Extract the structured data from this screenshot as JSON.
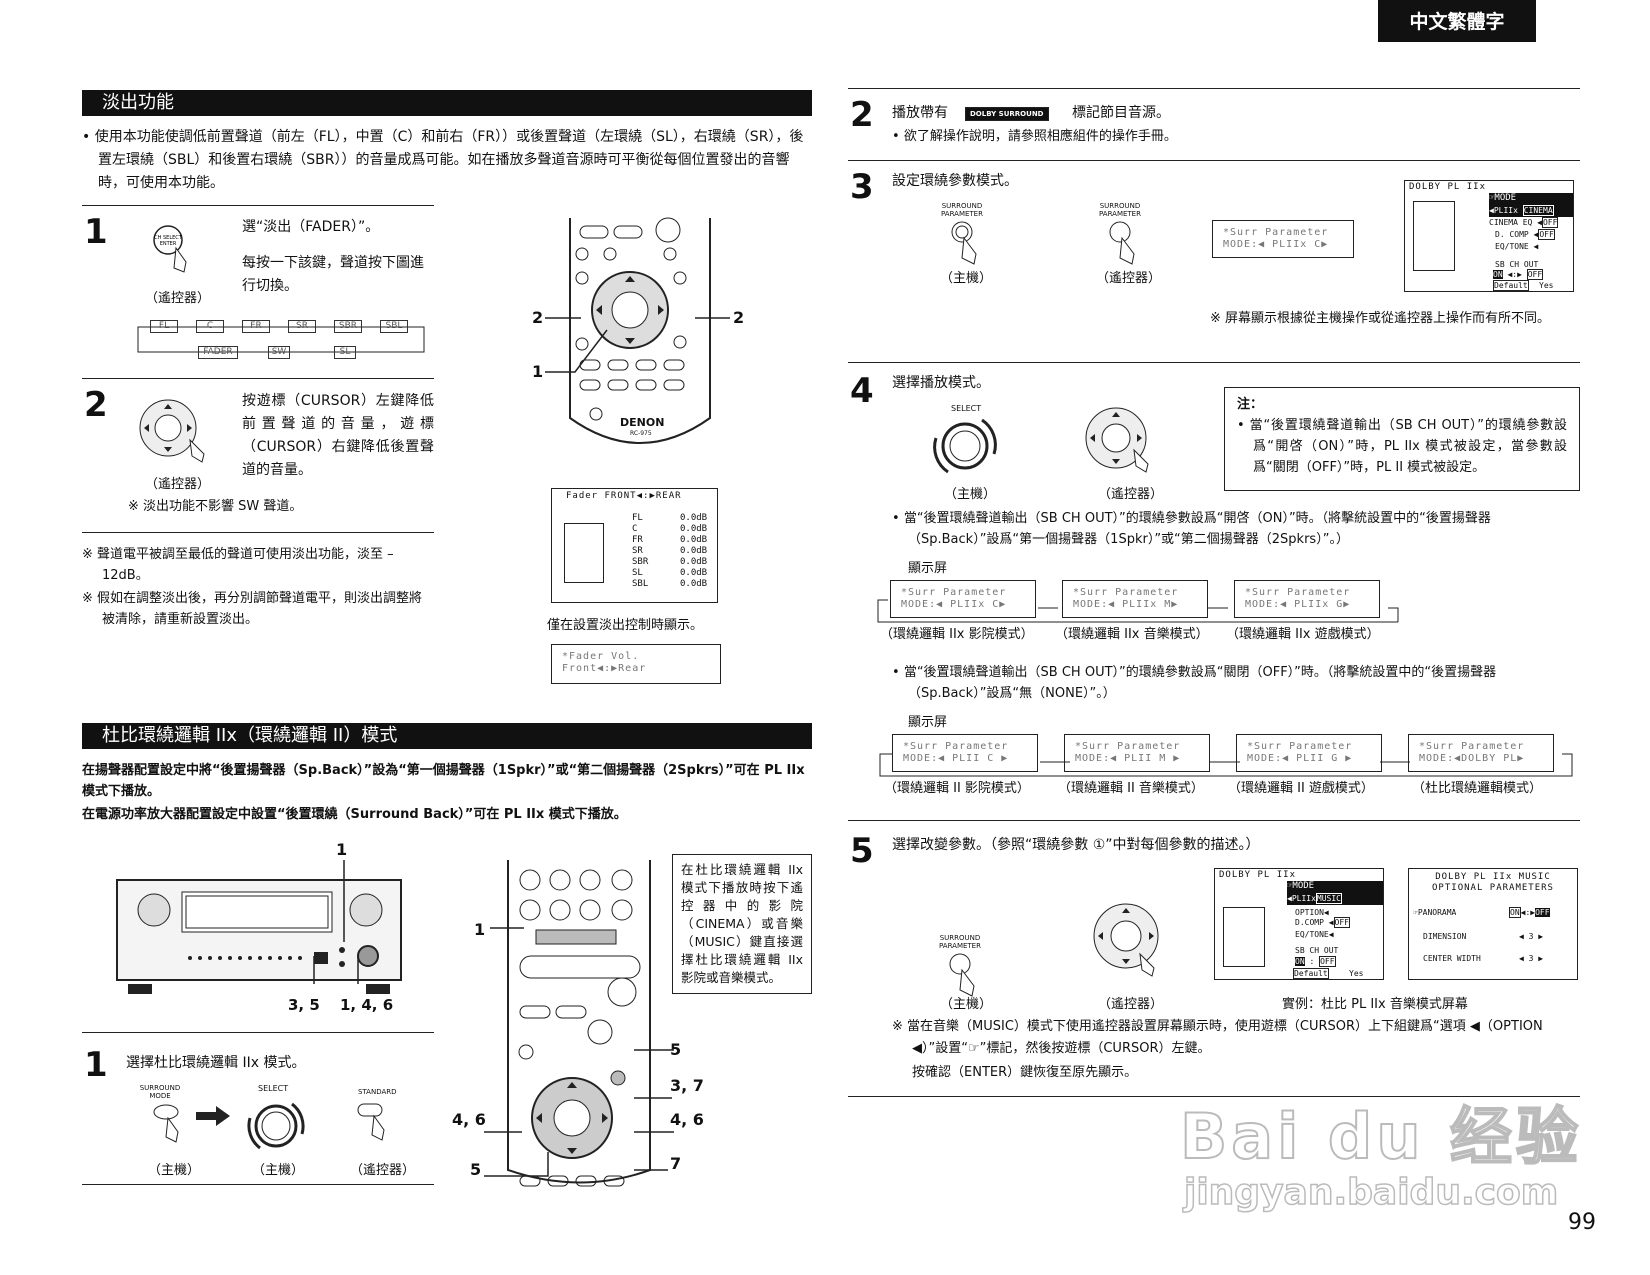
{
  "lang_tab": "中文繁體字",
  "page_number": "99",
  "fader": {
    "title": "淡出功能",
    "intro": "使用本功能使調低前置聲道（前左（FL），中置（C）和前右（FR））或後置聲道（左環繞（SL），右環繞（SR），後置左環繞（SBL）和後置右環繞（SBR））的音量成爲可能。如在播放多聲道音源時可平衡從每個位置發出的音響時，可使用本功能。",
    "step1_text": "選“淡出（FADER）”。",
    "step1_sub": "每按一下該鍵，聲道按下圖進行切換。",
    "remote": "（遙控器）",
    "chips_top": [
      "FL",
      "C",
      "FR",
      "SR",
      "SBR",
      "SBL"
    ],
    "chips_bottom": [
      "FADER",
      "SW",
      "SL"
    ],
    "step2_text": "按遊標（CURSOR）左鍵降低前置聲道的音量，遊標（CURSOR）右鍵降低後置聲道的音量。",
    "step2_note": "※ 淡出功能不影響 SW 聲道。",
    "note1": "聲道電平被調至最低的聲道可使用淡出功能，淡至 –12dB。",
    "note2": "假如在調整淡出後，再分別調節聲道電平，則淡出調整將被清除，請重新設置淡出。",
    "callouts": {
      "n2": "2",
      "n1": "1"
    },
    "remote_brand": "DENON",
    "remote_model": "RC-975",
    "fader_screen_head": "Fader    FRONT◀:▶REAR",
    "fader_channels": [
      "FL",
      "C",
      "FR",
      "SR",
      "SBR",
      "SL",
      "SBL"
    ],
    "fader_value": "0.0dB",
    "fader_caption": "僅在設置淡出控制時顯示。",
    "fader_lcd1": "*Fader Vol.",
    "fader_lcd2": "Front◀:▶Rear"
  },
  "dolby": {
    "title": "杜比環繞邏輯 IIx（環繞邏輯 II）模式",
    "line1": "在揚聲器配置設定中將“後置揚聲器（Sp.Back）”設為“第一個揚聲器（1Spkr）”或“第二個揚聲器（2Spkrs）”可在 PL IIx 模式下播放。",
    "line2": "在電源功率放大器配置設定中設置“後置環繞（Surround Back）”可在 PL IIx 模式下播放。",
    "amp_labels": {
      "a": "1",
      "b": "3, 5",
      "c": "1, 4, 6"
    },
    "remote_labels": {
      "r1": "1",
      "r5a": "5",
      "r37": "3, 7",
      "r46a": "4, 6",
      "r46b": "4, 6",
      "r5b": "5",
      "r7": "7"
    },
    "note_box": "在杜比環繞邏輯 IIx 模式下播放時按下遙控器中的影院（CINEMA）或音樂（MUSIC）鍵直接選擇杜比環繞邏輯 IIx 影院或音樂模式。",
    "step1_text": "選擇杜比環繞邏輯 IIx 模式。",
    "surround_mode": "SURROUND MODE",
    "select": "SELECT",
    "standard": "STANDARD",
    "main_unit": "（主機）",
    "remote": "（遙控器）"
  },
  "right": {
    "s2_text": "播放帶有",
    "s2_logo": "DOLBY SURROUND",
    "s2_text2": "標記節目音源。",
    "s2_bullet": "欲了解操作說明，請參照相應組件的操作手冊。",
    "s3_text": "設定環繞參數模式。",
    "surround_parameter": "SURROUND PARAMETER",
    "main_unit": "（主機）",
    "remote": "（遙控器）",
    "s3_lcd1": "*Surr Parameter",
    "s3_lcd2": "MODE:◀ PLIIx C▶",
    "s3_screen": {
      "title": "DOLBY PL IIx",
      "mode": "☞MODE",
      "mode_val": "◀PLIIx",
      "mode_hl": "CINEMA",
      "cinema_eq": "CINEMA EQ ◀",
      "off": "OFF",
      "dcomp": "D. COMP ◀",
      "eqtone": "EQ/TONE ◀",
      "sbch": "SB CH OUT",
      "on": "ON",
      "default": "Default",
      "yes": "Yes"
    },
    "s3_note": "※ 屏幕顯示根據從主機操作或從遙控器上操作而有所不同。",
    "s4_text": "選擇播放模式。",
    "select": "SELECT",
    "note_title": "注：",
    "note_body": "當“後置環繞聲道輸出（SB CH OUT）”的環繞參數設爲“開啓（ON）”時，PL IIx 模式被設定，當參數設爲“關閉（OFF）”時，PL II 模式被設定。",
    "bullet_on": "當“後置環繞聲道輸出（SB CH OUT）”的環繞參數設爲“開啓（ON）”時。（將擊統設置中的“後置揚聲器（Sp.Back）”設爲“第一個揚聲器（1Spkr）”或“第二個揚聲器（2Spkrs）”。）",
    "display": "顯示屏",
    "on_modes": [
      {
        "lcd1": "*Surr Parameter",
        "lcd2": "MODE:◀ PLIIx C▶",
        "cap": "（環繞邏輯 IIx 影院模式）"
      },
      {
        "lcd1": "*Surr Parameter",
        "lcd2": "MODE:◀ PLIIx M▶",
        "cap": "（環繞邏輯 IIx 音樂模式）"
      },
      {
        "lcd1": "*Surr Parameter",
        "lcd2": "MODE:◀ PLIIx G▶",
        "cap": "（環繞邏輯 IIx 遊戲模式）"
      }
    ],
    "bullet_off": "當“後置環繞聲道輸出（SB CH OUT）”的環繞參數設爲“關閉（OFF）”時。（將擊統設置中的“後置揚聲器（Sp.Back）”設爲“無（NONE）”。）",
    "off_modes": [
      {
        "lcd1": "*Surr Parameter",
        "lcd2": "MODE:◀ PLII C ▶",
        "cap": "（環繞邏輯 II 影院模式）"
      },
      {
        "lcd1": "*Surr Parameter",
        "lcd2": "MODE:◀ PLII M ▶",
        "cap": "（環繞邏輯 II 音樂模式）"
      },
      {
        "lcd1": "*Surr Parameter",
        "lcd2": "MODE:◀ PLII G ▶",
        "cap": "（環繞邏輯 II 遊戲模式）"
      },
      {
        "lcd1": "*Surr Parameter",
        "lcd2": "MODE:◀DOLBY PL▶",
        "cap": "（杜比環繞邏輯模式）"
      }
    ],
    "s5_text": "選擇改變參數。（參照“環繞參數 ①”中對每個參數的描述。）",
    "s5_screen": {
      "title": "DOLBY PL IIx",
      "mode": "☞MODE",
      "mode_val": "◀PLIIx",
      "mode_hl": "MUSIC",
      "option": "OPTION◀",
      "dcomp": "D.COMP ◀",
      "off": "OFF",
      "eqtone": "EQ/TONE◀",
      "sbch": "SB CH OUT",
      "on": "ON",
      "default": "Default",
      "yes": "Yes"
    },
    "s5_opt": {
      "title1": "DOLBY PL IIx MUSIC",
      "title2": "OPTIONAL PARAMETERS",
      "panorama": "☞PANORAMA",
      "on": "ON",
      "off": "OFF",
      "dimension": "DIMENSION",
      "width": "CENTER WIDTH",
      "val": "◀ 3 ▶"
    },
    "s5_caption": "實例：杜比 PL IIx 音樂模式屏幕",
    "s5_note1": "※ 當在音樂（MUSIC）模式下使用遙控器設置屏幕顯示時，使用遊標（CURSOR）上下組鍵爲“選項 ◀（OPTION ◀）”設置“☞”標記，然後按遊標（CURSOR）左鍵。",
    "s5_note2": "按確認（ENTER）鍵恢復至原先顯示。"
  },
  "watermark": {
    "line1": "Bai du 经验",
    "line2": "jingyan.baidu.com"
  }
}
